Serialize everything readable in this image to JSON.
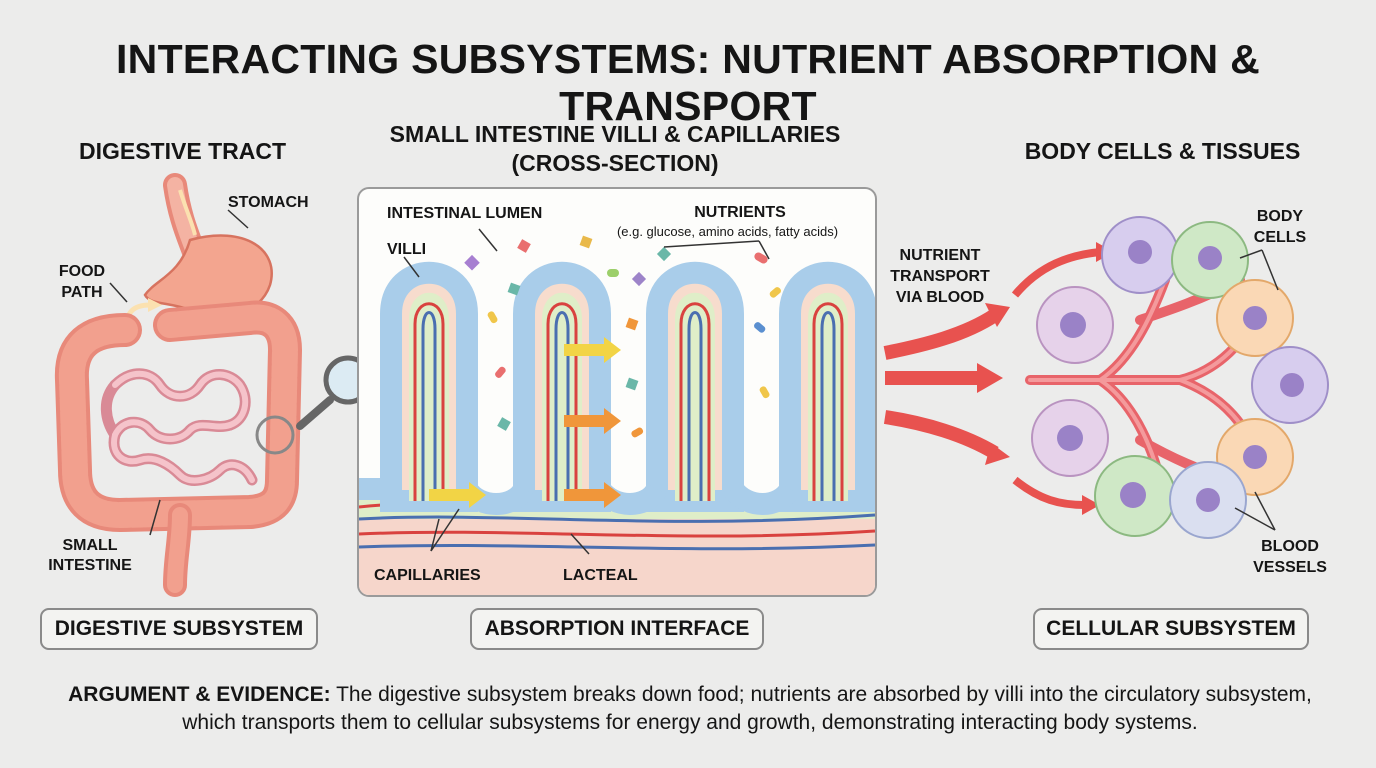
{
  "title": "INTERACTING SUBSYSTEMS: NUTRIENT ABSORPTION & TRANSPORT",
  "left": {
    "heading": "DIGESTIVE TRACT",
    "labels": {
      "stomach": "STOMACH",
      "food_path_1": "FOOD",
      "food_path_2": "PATH",
      "small_intestine_1": "SMALL",
      "small_intestine_2": "INTESTINE"
    },
    "subsystem": "DIGESTIVE SUBSYSTEM"
  },
  "middle": {
    "heading_1": "SMALL INTESTINE VILLI & CAPILLARIES",
    "heading_2": "(CROSS-SECTION)",
    "labels": {
      "lumen": "INTESTINAL LUMEN",
      "villi": "VILLI",
      "nutrients": "NUTRIENTS",
      "nutrients_examples": "(e.g. glucose, amino acids, fatty acids)",
      "capillaries": "CAPILLARIES",
      "lacteal": "LACTEAL"
    },
    "subsystem": "ABSORPTION INTERFACE"
  },
  "transport": {
    "line_1": "NUTRIENT",
    "line_2": "TRANSPORT",
    "line_3": "VIA BLOOD"
  },
  "right": {
    "heading": "BODY CELLS & TISSUES",
    "labels": {
      "body_cells_1": "BODY",
      "body_cells_2": "CELLS",
      "blood_vessels_1": "BLOOD",
      "blood_vessels_2": "VESSELS"
    },
    "subsystem": "CELLULAR SUBSYSTEM"
  },
  "argument": {
    "lead": "ARGUMENT & EVIDENCE:",
    "text": " The digestive subsystem breaks down food; nutrients are absorbed by villi into the circulatory subsystem, which transports them to cellular subsystems for energy and growth, demonstrating interacting body systems."
  },
  "colors": {
    "background": "#ececeb",
    "tract": "#f2a08e",
    "villi_cells": "#a9cdea",
    "capillary_red": "#d9423f",
    "capillary_blue": "#4a6fb0",
    "lacteal": "#d7e9b6",
    "arrow_red": "#e8524f",
    "arrow_yellow": "#f2d445",
    "arrow_orange": "#f0963a"
  }
}
